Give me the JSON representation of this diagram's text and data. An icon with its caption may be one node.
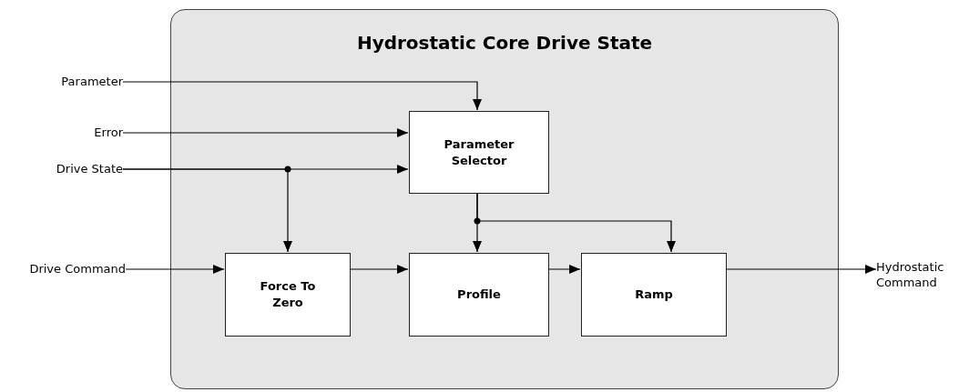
{
  "diagram": {
    "nodes": [
      {
        "text": [
          "Hydrostatic Core Drive State"
        ]
      },
      {
        "text": [
          "Parameter"
        ]
      },
      {
        "text": [
          "Error"
        ]
      },
      {
        "text": [
          "Drive State"
        ]
      },
      {
        "text": [
          "Drive Command"
        ]
      },
      {
        "text": [
          "Parameter Selector"
        ],
        "in": 0
      },
      {
        "text": [
          "Force To Zero"
        ],
        "in": 0
      },
      {
        "text": [
          "Profile"
        ],
        "in": 0
      },
      {
        "text": [
          "Ramp"
        ],
        "in": 0
      },
      {
        "text": [
          "Hydrostatic Command"
        ]
      }
    ],
    "edges": [
      {
        "from": 1,
        "to": 5,
        "arrow": "to"
      },
      {
        "from": 2,
        "to": 5,
        "arrow": "to"
      },
      {
        "from": 3,
        "to": 5,
        "arrow": "to"
      },
      {
        "from": 3,
        "to": 6,
        "arrow": "to"
      },
      {
        "from": 4,
        "to": 6,
        "arrow": "to"
      },
      {
        "from": 6,
        "to": 7,
        "arrow": "to"
      },
      {
        "from": 5,
        "to": 7,
        "arrow": "to"
      },
      {
        "from": 5,
        "to": 8,
        "arrow": "to"
      },
      {
        "from": 7,
        "to": 8,
        "arrow": "to"
      },
      {
        "from": 8,
        "to": 9,
        "arrow": "to"
      }
    ]
  }
}
